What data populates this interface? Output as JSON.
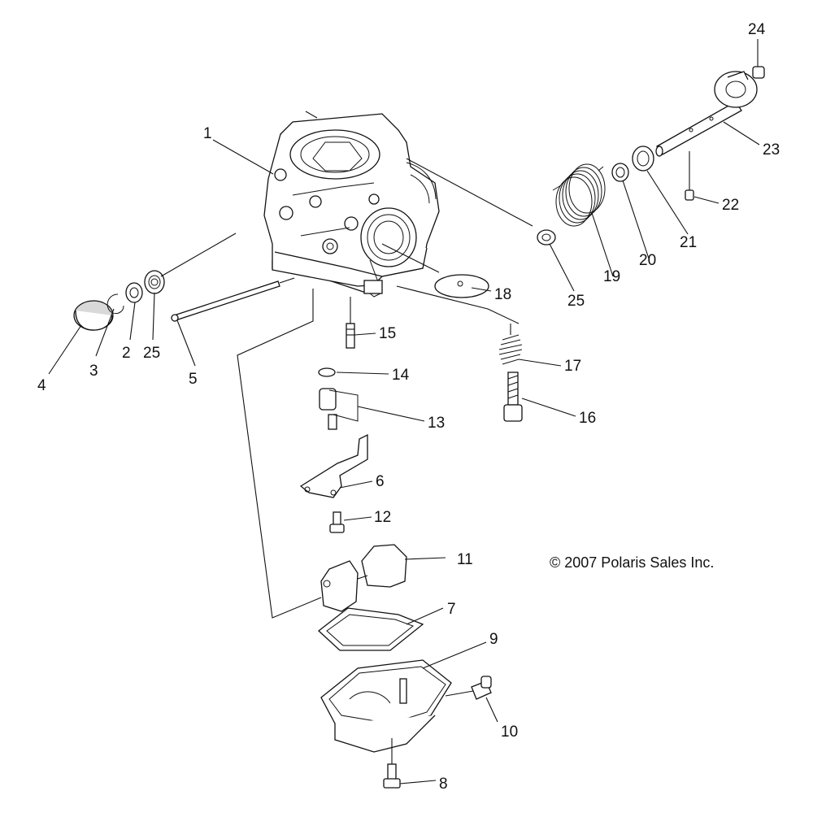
{
  "copyright": "© 2007 Polaris Sales Inc.",
  "callouts": [
    "1",
    "2",
    "3",
    "4",
    "5",
    "6",
    "7",
    "8",
    "9",
    "10",
    "11",
    "12",
    "13",
    "14",
    "15",
    "16",
    "17",
    "18",
    "19",
    "20",
    "21",
    "22",
    "23",
    "24",
    "25",
    "25"
  ]
}
